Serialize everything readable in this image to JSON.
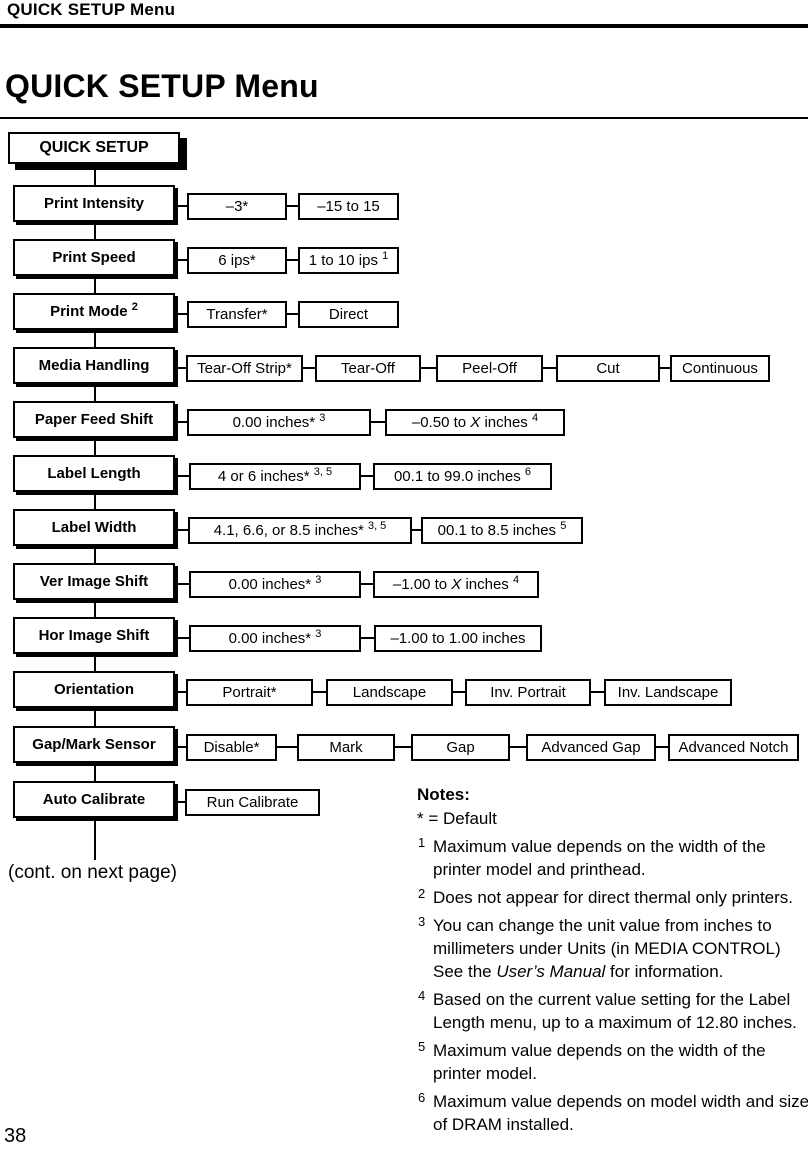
{
  "page": {
    "running_title": "QUICK SETUP Menu",
    "title": "QUICK SETUP Menu",
    "continuation_note": "(cont. on next page)",
    "page_number": "38"
  },
  "menu": {
    "root_label": "QUICK SETUP",
    "rows": [
      {
        "label": [
          {
            "t": "Print Intensity"
          }
        ],
        "values": [
          [
            {
              "t": "–3*"
            }
          ],
          [
            {
              "t": "–15 to 15"
            }
          ]
        ]
      },
      {
        "label": [
          {
            "t": "Print Speed"
          }
        ],
        "values": [
          [
            {
              "t": "6 ips*"
            }
          ],
          [
            {
              "t": "1 to 10 ips "
            },
            {
              "t": "1",
              "s": "sup"
            }
          ]
        ]
      },
      {
        "label": [
          {
            "t": "Print Mode "
          },
          {
            "t": "2",
            "s": "sup"
          }
        ],
        "values": [
          [
            {
              "t": "Transfer*"
            }
          ],
          [
            {
              "t": "Direct"
            }
          ]
        ]
      },
      {
        "label": [
          {
            "t": "Media Handling"
          }
        ],
        "values": [
          [
            {
              "t": "Tear-Off Strip*"
            }
          ],
          [
            {
              "t": "Tear-Off"
            }
          ],
          [
            {
              "t": "Peel-Off"
            }
          ],
          [
            {
              "t": "Cut"
            }
          ],
          [
            {
              "t": "Continuous"
            }
          ]
        ]
      },
      {
        "label": [
          {
            "t": "Paper Feed Shift"
          }
        ],
        "values": [
          [
            {
              "t": "0.00 inches* "
            },
            {
              "t": "3",
              "s": "sup"
            }
          ],
          [
            {
              "t": "–0.50 to "
            },
            {
              "t": "X",
              "s": "i"
            },
            {
              "t": " inches "
            },
            {
              "t": "4",
              "s": "sup"
            }
          ]
        ]
      },
      {
        "label": [
          {
            "t": "Label Length"
          }
        ],
        "values": [
          [
            {
              "t": "4 or 6 inches* "
            },
            {
              "t": "3, 5",
              "s": "sup"
            }
          ],
          [
            {
              "t": "00.1 to 99.0 inches "
            },
            {
              "t": "6",
              "s": "sup"
            }
          ]
        ]
      },
      {
        "label": [
          {
            "t": "Label Width"
          }
        ],
        "values": [
          [
            {
              "t": "4.1, 6.6, or 8.5 inches* "
            },
            {
              "t": "3, 5",
              "s": "sup"
            }
          ],
          [
            {
              "t": "00.1 to 8.5 inches "
            },
            {
              "t": "5",
              "s": "sup"
            }
          ]
        ]
      },
      {
        "label": [
          {
            "t": "Ver Image Shift"
          }
        ],
        "values": [
          [
            {
              "t": "0.00 inches* "
            },
            {
              "t": "3",
              "s": "sup"
            }
          ],
          [
            {
              "t": "–1.00 to "
            },
            {
              "t": "X",
              "s": "i"
            },
            {
              "t": " inches "
            },
            {
              "t": "4",
              "s": "sup"
            }
          ]
        ]
      },
      {
        "label": [
          {
            "t": "Hor Image Shift"
          }
        ],
        "values": [
          [
            {
              "t": "0.00 inches* "
            },
            {
              "t": "3",
              "s": "sup"
            }
          ],
          [
            {
              "t": "–1.00 to 1.00 inches"
            }
          ]
        ]
      },
      {
        "label": [
          {
            "t": "Orientation"
          }
        ],
        "values": [
          [
            {
              "t": "Portrait*"
            }
          ],
          [
            {
              "t": "Landscape"
            }
          ],
          [
            {
              "t": "Inv. Portrait"
            }
          ],
          [
            {
              "t": "Inv. Landscape"
            }
          ]
        ]
      },
      {
        "label": [
          {
            "t": "Gap/Mark Sensor"
          }
        ],
        "values": [
          [
            {
              "t": "Disable*"
            }
          ],
          [
            {
              "t": "Mark"
            }
          ],
          [
            {
              "t": "Gap"
            }
          ],
          [
            {
              "t": "Advanced Gap"
            }
          ],
          [
            {
              "t": "Advanced Notch"
            }
          ]
        ]
      },
      {
        "label": [
          {
            "t": "Auto Calibrate"
          }
        ],
        "values": [
          [
            {
              "t": "Run Calibrate"
            }
          ]
        ]
      }
    ]
  },
  "notes": {
    "title": "Notes:",
    "items": [
      {
        "sup": "",
        "lines": [
          [
            {
              "t": "* = Default"
            }
          ]
        ]
      },
      {
        "sup": "1",
        "lines": [
          [
            {
              "t": "Maximum value depends on the width of the"
            }
          ],
          [
            {
              "t": "printer model and printhead."
            }
          ]
        ]
      },
      {
        "sup": "2",
        "lines": [
          [
            {
              "t": "Does not appear for direct thermal only printers."
            }
          ]
        ]
      },
      {
        "sup": "3",
        "lines": [
          [
            {
              "t": "You can change the unit value from inches to"
            }
          ],
          [
            {
              "t": "millimeters under Units (in MEDIA CONTROL)"
            }
          ],
          [
            {
              "t": "See the "
            },
            {
              "t": "User’s Manual",
              "s": "i"
            },
            {
              "t": " for information."
            }
          ]
        ]
      },
      {
        "sup": "4",
        "lines": [
          [
            {
              "t": "Based on the current value setting for the Label"
            }
          ],
          [
            {
              "t": "Length menu, up to a maximum of 12.80 inches."
            }
          ]
        ]
      },
      {
        "sup": "5",
        "lines": [
          [
            {
              "t": "Maximum value depends on the width of the"
            }
          ],
          [
            {
              "t": "printer model."
            }
          ]
        ]
      },
      {
        "sup": "6",
        "lines": [
          [
            {
              "t": "Maximum value depends on model width and size"
            }
          ],
          [
            {
              "t": "of DRAM installed."
            }
          ]
        ]
      }
    ]
  }
}
